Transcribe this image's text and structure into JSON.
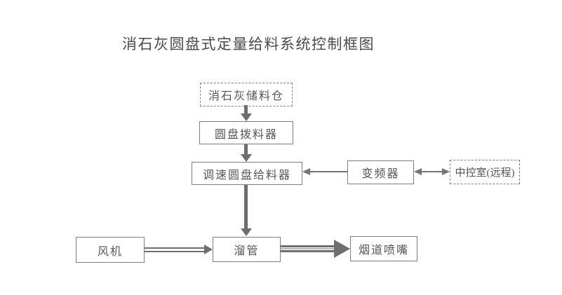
{
  "title": "消石灰圆盘式定量给料系统控制框图",
  "nodes": {
    "silo": {
      "label": "消石灰储料仓",
      "border": "dashed"
    },
    "disc_picker": {
      "label": "圆盘拨料器",
      "border": "solid"
    },
    "feeder": {
      "label": "调速圆盘给料器",
      "border": "solid"
    },
    "vfd": {
      "label": "变频器",
      "border": "solid"
    },
    "control_room": {
      "label": "中控室(远程)",
      "border": "dashed"
    },
    "fan": {
      "label": "风机",
      "border": "solid"
    },
    "chute": {
      "label": "溜管",
      "border": "solid"
    },
    "nozzle": {
      "label": "烟道喷嘴",
      "border": "solid"
    }
  },
  "edges": [
    {
      "from": "silo",
      "to": "disc_picker",
      "direction": "down",
      "style": "thick-solid"
    },
    {
      "from": "disc_picker",
      "to": "feeder",
      "direction": "down",
      "style": "thick-solid"
    },
    {
      "from": "feeder",
      "to": "chute",
      "direction": "down",
      "style": "thick-solid"
    },
    {
      "from": "vfd",
      "to": "feeder",
      "direction": "left",
      "style": "thin-single"
    },
    {
      "from": "vfd",
      "to": "control_room",
      "direction": "both",
      "style": "thin-double-headed"
    },
    {
      "from": "fan",
      "to": "chute",
      "direction": "right",
      "style": "double-line"
    },
    {
      "from": "chute",
      "to": "nozzle",
      "direction": "right",
      "style": "thick-striped"
    }
  ],
  "colors": {
    "background": "#ffffff",
    "box_border": "#7f7f7f",
    "box_text": "#565656",
    "title_text": "#4a4a4a",
    "arrow": "#6e6e6e"
  }
}
